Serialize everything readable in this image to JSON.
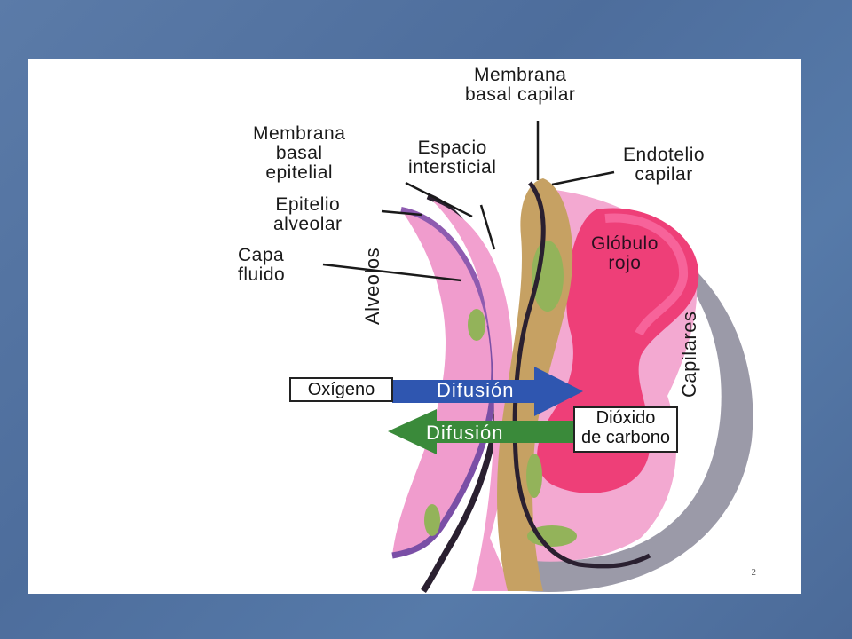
{
  "labels": {
    "membrana_basal_capilar": [
      "Membrana",
      "basal capilar"
    ],
    "membrana_basal_epitelial": [
      "Membrana",
      "basal",
      "epitelial"
    ],
    "espacio_intersticial": [
      "Espacio",
      "intersticial"
    ],
    "endotelio_capilar": [
      "Endotelio",
      "capilar"
    ],
    "epitelio_alveolar": [
      "Epitelio",
      "alveolar"
    ],
    "capa_fluido": [
      "Capa",
      "fluido"
    ],
    "globulo_rojo": [
      "Glóbulo",
      "rojo"
    ],
    "alveolos": "Alveolos",
    "capilares": "Capilares",
    "oxigeno": "Oxígeno",
    "difusion_right": "Difusión",
    "difusion_left": "Difusión",
    "dioxido": [
      "Dióxido",
      "de carbono"
    ]
  },
  "page_number": "2",
  "colors": {
    "background": "#5272a2",
    "alveolar_pink": "#ef9ccd",
    "membrane_purple": "#8e5bb0",
    "basal_tan": "#c4a062",
    "green_patch": "#93b35a",
    "capillary_pink": "#f2a8d0",
    "red_cell": "#ee3f78",
    "shadow_gray": "#9a9aa6",
    "oxygen_arrow": "#2f56b0",
    "co2_arrow": "#3a8a3a"
  }
}
